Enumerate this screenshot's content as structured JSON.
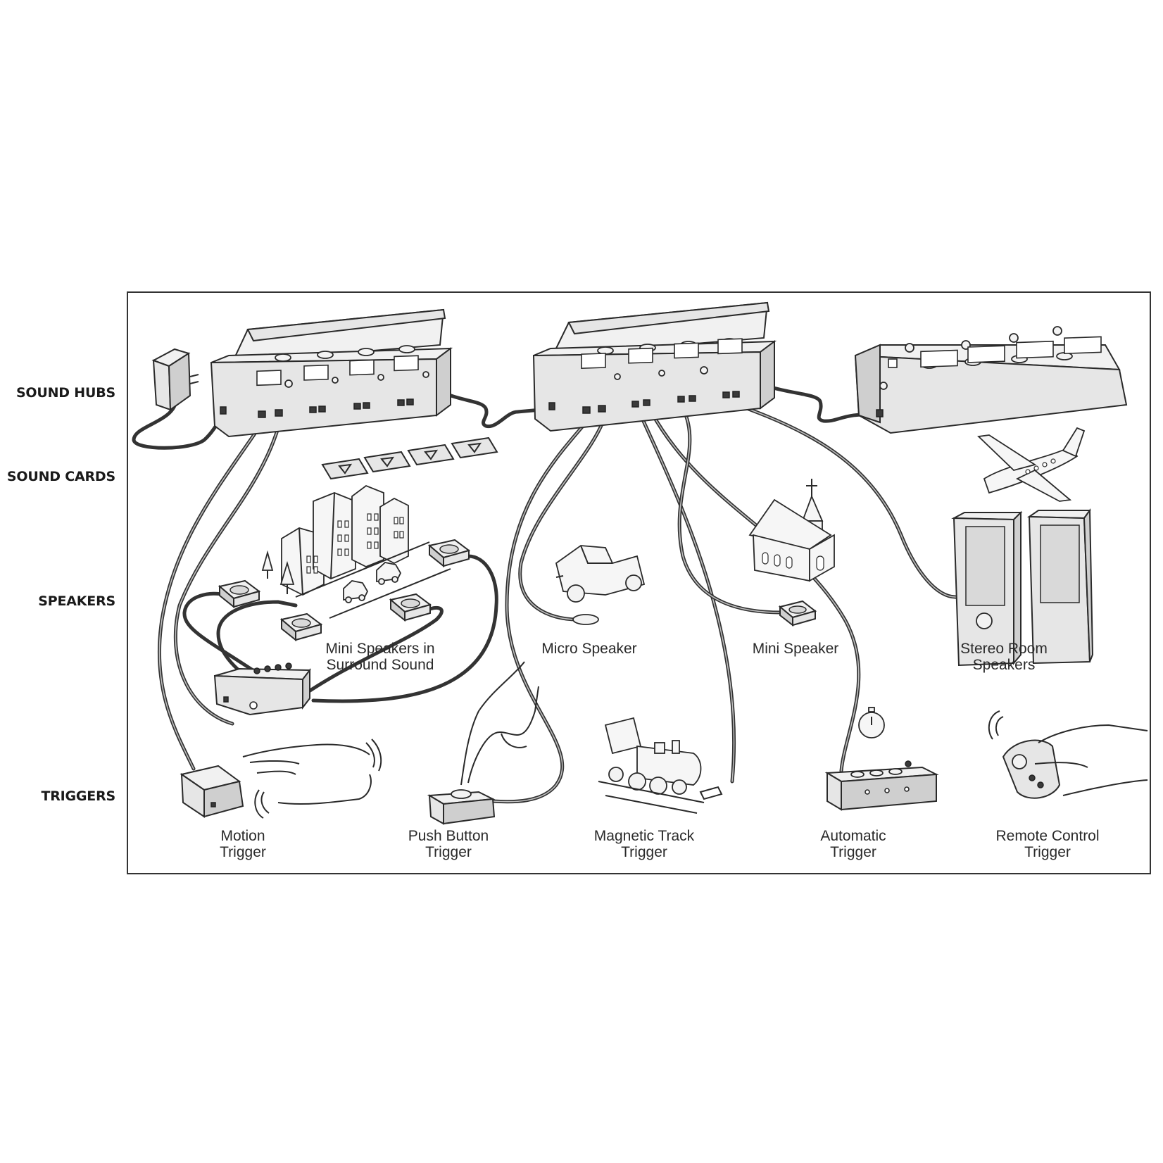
{
  "rows": {
    "sound_hubs": "SOUND HUBS",
    "sound_cards": "SOUND CARDS",
    "speakers": "SPEAKERS",
    "triggers": "TRIGGERS"
  },
  "speakers": {
    "surround": {
      "line1": "Mini Speakers in",
      "line2": "Surround Sound"
    },
    "micro": "Micro Speaker",
    "mini": "Mini Speaker",
    "stereo": {
      "line1": "Stereo Room",
      "line2": "Speakers"
    }
  },
  "triggers": {
    "motion": {
      "line1": "Motion",
      "line2": "Trigger"
    },
    "push_button": {
      "line1": "Push Button",
      "line2": "Trigger"
    },
    "magnetic_track": {
      "line1": "Magnetic Track",
      "line2": "Trigger"
    },
    "automatic": {
      "line1": "Automatic",
      "line2": "Trigger"
    },
    "remote_control": {
      "line1": "Remote Control",
      "line2": "Trigger"
    }
  },
  "icons": [
    "power-adapter-icon",
    "sound-hub-icon",
    "sound-card-icon",
    "city-buildings-icon",
    "car-icon",
    "tree-icon",
    "pickup-truck-icon",
    "church-icon",
    "airplane-icon",
    "stereo-speaker-icon",
    "mixer-box-icon",
    "hand-icon",
    "push-button-icon",
    "locomotive-icon",
    "stopwatch-icon",
    "remote-control-icon"
  ]
}
